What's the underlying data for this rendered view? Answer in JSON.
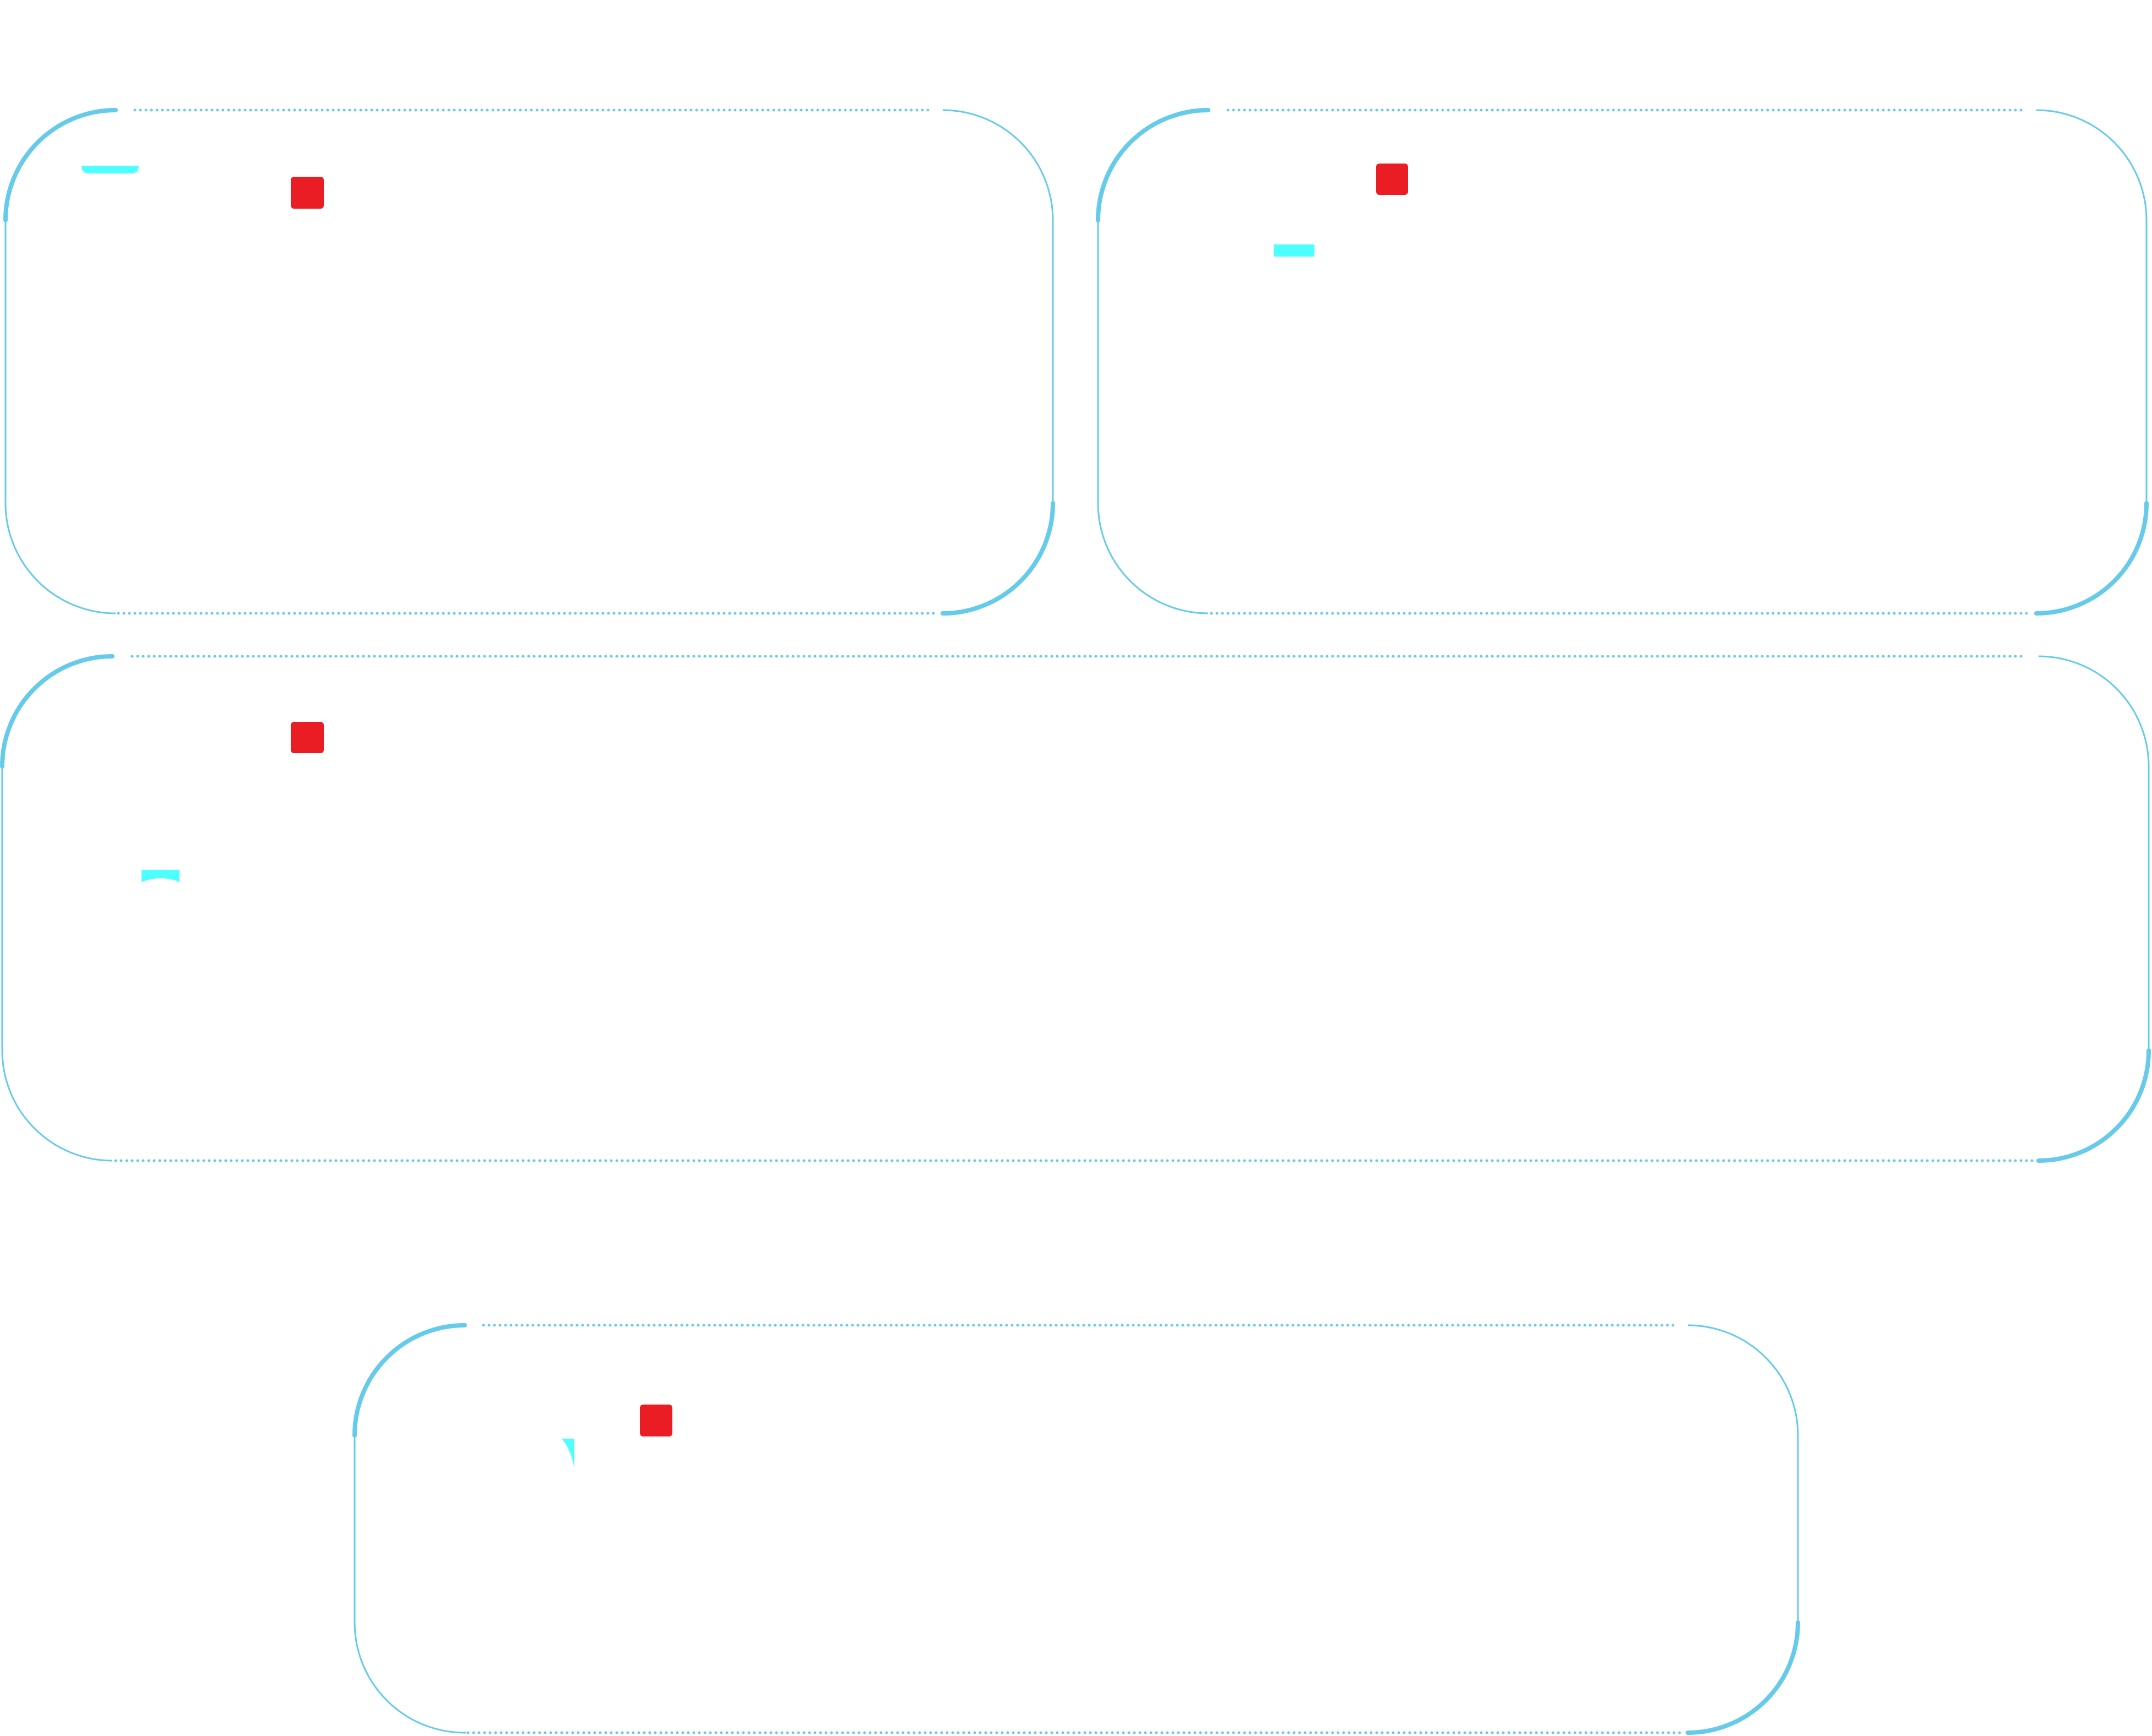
{
  "colors": {
    "frame": "#66cbea",
    "marker": "#ea1d24",
    "accent": "#4dffff",
    "background": "#ffffff"
  },
  "panels": [
    {
      "id": "panel-1"
    },
    {
      "id": "panel-2"
    },
    {
      "id": "panel-3"
    },
    {
      "id": "panel-4"
    }
  ]
}
